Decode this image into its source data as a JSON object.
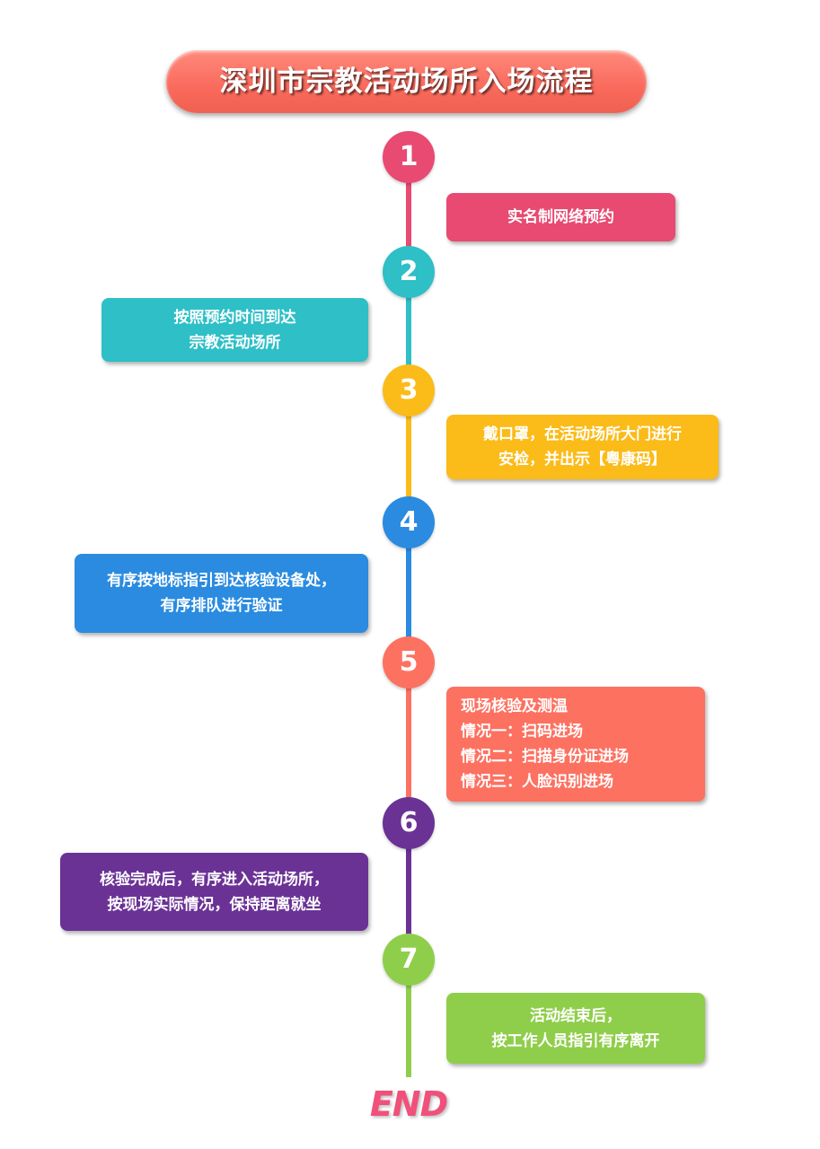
{
  "title": "深圳市宗教活动场所入场流程",
  "steps": [
    {
      "number": "1",
      "color": "#e84a72",
      "lines": [
        "实名制网络预约"
      ]
    },
    {
      "number": "2",
      "color": "#2ebfc7",
      "lines": [
        "按照预约时间到达",
        "宗教活动场所"
      ]
    },
    {
      "number": "3",
      "color": "#fbbb18",
      "lines": [
        "戴口罩，在活动场所大门进行",
        "安检，并出示【粤康码】"
      ]
    },
    {
      "number": "4",
      "color": "#2a8be0",
      "lines": [
        "有序按地标指引到达核验设备处，",
        "有序排队进行验证"
      ]
    },
    {
      "number": "5",
      "color": "#fd7161",
      "lines": [
        "现场核验及测温",
        "情况一：扫码进场",
        "情况二：扫描身份证进场",
        "情况三：人脸识别进场"
      ]
    },
    {
      "number": "6",
      "color": "#6b3296",
      "lines": [
        "核验完成后，有序进入活动场所，",
        "按现场实际情况，保持距离就坐"
      ]
    },
    {
      "number": "7",
      "color": "#8fce4a",
      "lines": [
        "活动结束后，",
        "按工作人员指引有序离开"
      ]
    }
  ],
  "end_label": "END"
}
